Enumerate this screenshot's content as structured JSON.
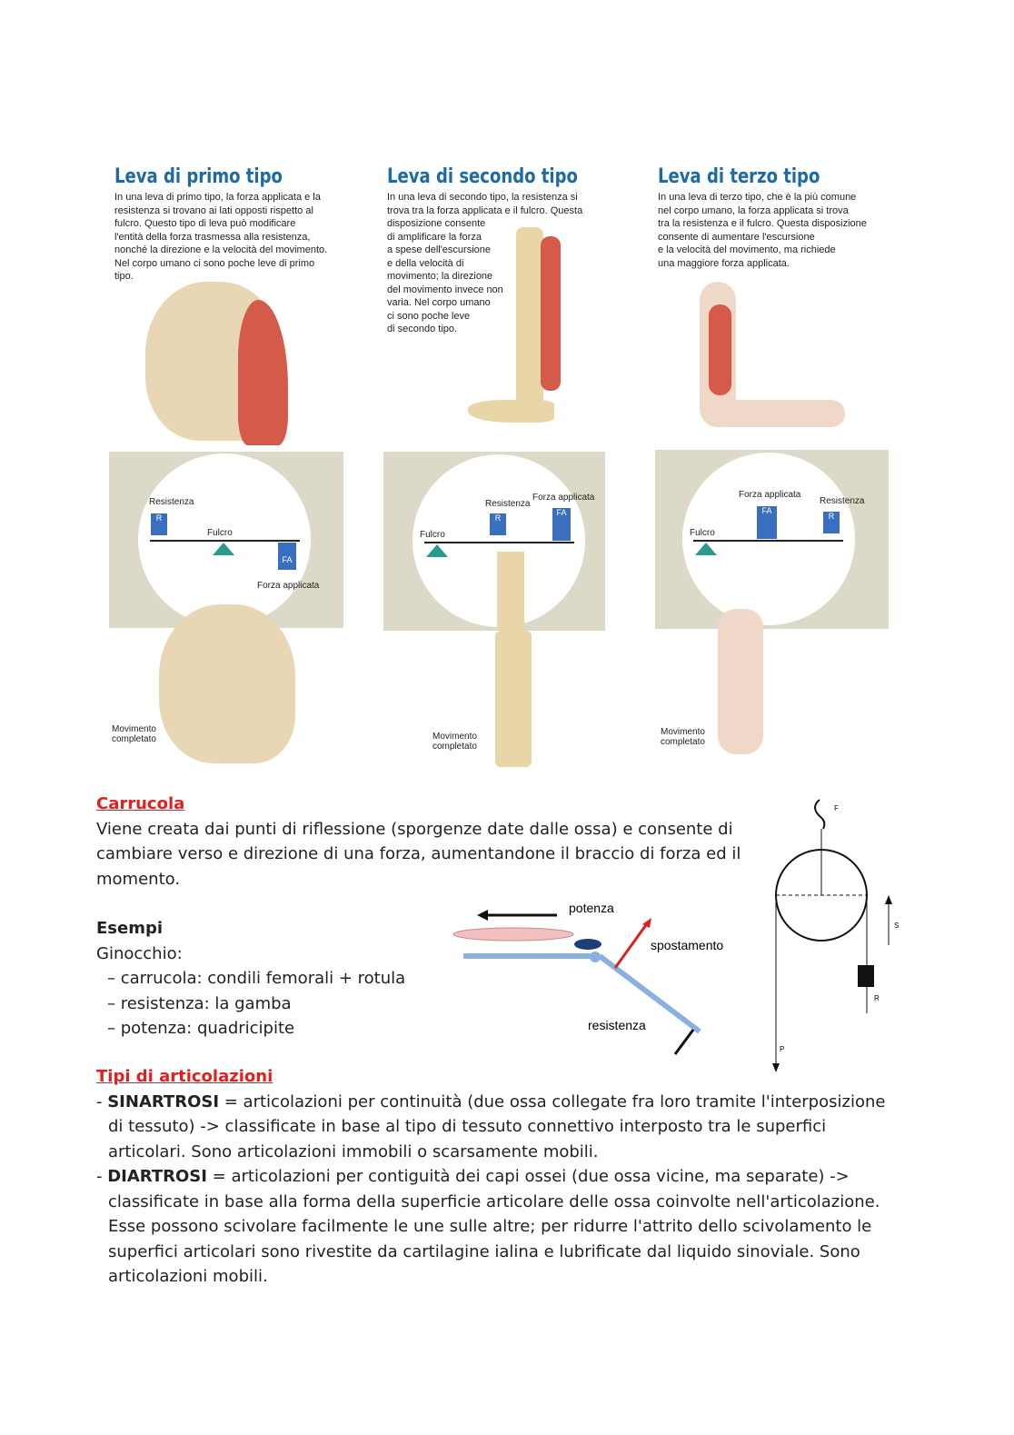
{
  "levers": [
    {
      "title": "Leva di primo tipo",
      "desc": "In una leva di primo tipo, la forza applicata e la\nresistenza si trovano ai lati opposti rispetto al\nfulcro. Questo tipo di leva può modificare\nl'entità della forza trasmessa alla resistenza,\nnonché la direzione e la velocità del movimento.\nNel corpo umano ci sono poche leve di primo\ntipo.",
      "labels": {
        "resistenza": "Resistenza",
        "fulcro": "Fulcro",
        "forza": "Forza applicata",
        "movimento": "Movimento\ncompletato"
      }
    },
    {
      "title": "Leva di secondo tipo",
      "desc": "In una leva di secondo tipo, la resistenza si\ntrova tra la forza applicata e il fulcro. Questa\ndisposizione consente\ndi amplificare la forza\na spese dell'escursione\ne della velocità di\nmovimento; la direzione\ndel movimento invece non\nvaria. Nel corpo umano\nci sono poche leve\ndi secondo tipo.",
      "labels": {
        "resistenza": "Resistenza",
        "fulcro": "Fulcro",
        "forza": "Forza applicata",
        "movimento": "Movimento\ncompletato"
      }
    },
    {
      "title": "Leva di terzo tipo",
      "desc": "In una leva di terzo tipo, che è la più comune\nnel corpo umano, la forza applicata si trova\ntra la resistenza e il fulcro. Questa disposizione\nconsente di aumentare l'escursione\ne la velocità del movimento, ma richiede\nuna maggiore forza applicata.",
      "labels": {
        "resistenza": "Resistenza",
        "fulcro": "Fulcro",
        "forza": "Forza applicata",
        "movimento": "Movimento\ncompletato"
      }
    }
  ],
  "arrow_labels": {
    "r": "R",
    "fa": "FA",
    "f": "F"
  },
  "carrucola": {
    "heading": "Carrucola",
    "text": "Viene creata dai punti di riflessione (sporgenze date dalle ossa) e consente di cambiare verso e direzione di una forza, aumentandone il braccio di forza ed il momento.",
    "examples_heading": "Esempi",
    "knee": "Ginocchio:",
    "items": [
      "– carrucola: condili femorali + rotula",
      "– resistenza: la gamba",
      "– potenza: quadricipite"
    ],
    "diagram": {
      "potenza": "potenza",
      "spostamento": "spostamento",
      "resistenza": "resistenza"
    },
    "pulley": {
      "f": "F",
      "s": "S",
      "r": "R",
      "p": "P"
    }
  },
  "articolazioni": {
    "heading": "Tipi di articolazioni",
    "items": [
      {
        "term": "SINARTROSI",
        "text": " = articolazioni per continuità (due ossa collegate fra loro tramite l'interposizione di tessuto) -> classificate in base al tipo di tessuto connettivo interposto tra le superfici articolari. Sono articolazioni immobili o scarsamente mobili."
      },
      {
        "term": "DIARTROSI",
        "text": " = articolazioni per contiguità dei capi ossei (due ossa vicine, ma separate) -> classificate in base alla forma della superficie articolare delle ossa coinvolte nell'articolazione. Esse possono scivolare facilmente le une sulle altre; per ridurre l'attrito dello scivolamento le superfici articolari sono rivestite da cartilagine ialina e lubrificate dal liquido sinoviale. Sono articolazioni mobili."
      }
    ]
  },
  "colors": {
    "title": "#1c6aa6",
    "heading": "#e02020",
    "arrow": "#3a6fc0",
    "fulcrum": "#2a9a8a"
  }
}
